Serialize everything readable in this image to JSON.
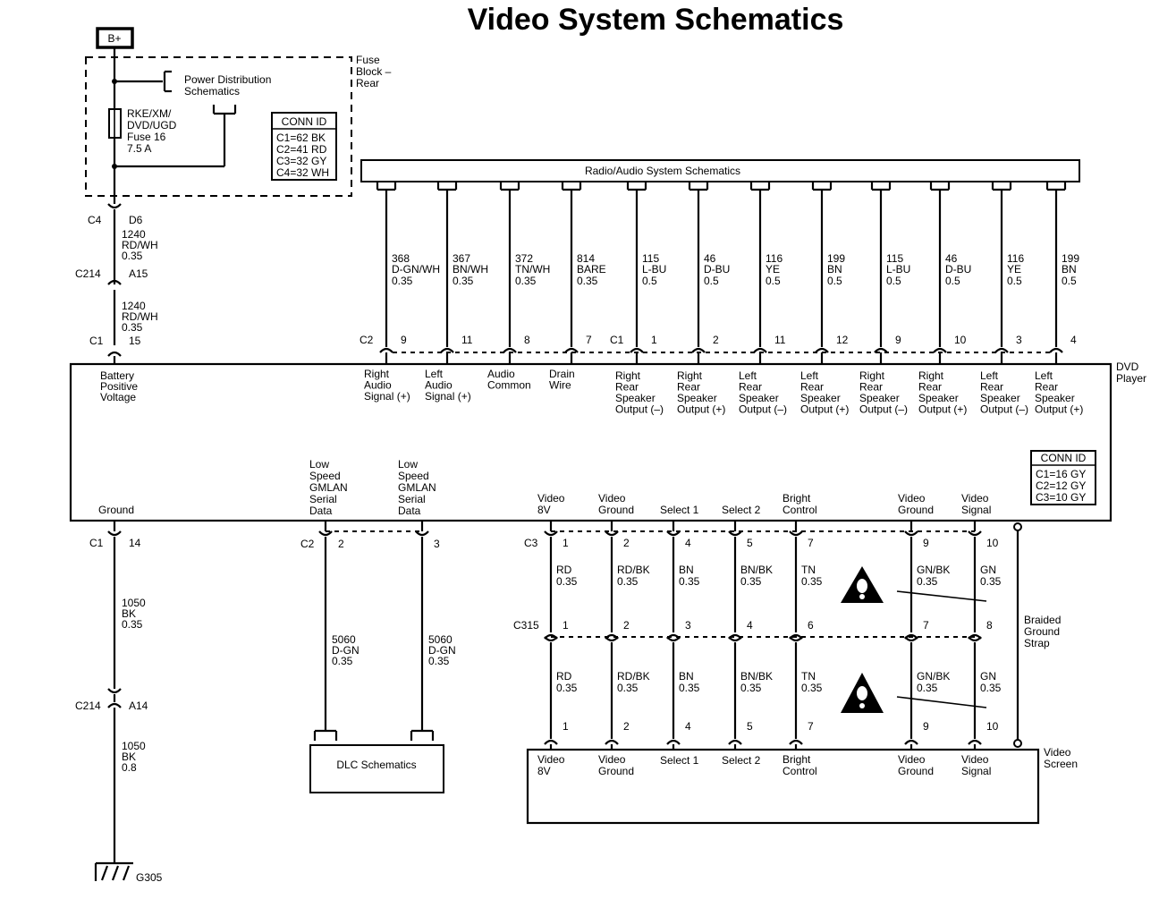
{
  "title": "Video System Schematics",
  "battery_label": "B+",
  "fuse_block": {
    "label": [
      "Fuse",
      "Block –",
      "Rear"
    ],
    "power_distribution": [
      "Power Distribution",
      "Schematics"
    ],
    "fuse": [
      "RKE/XM/",
      "DVD/UGD",
      "Fuse 16",
      "7.5 A"
    ],
    "conn_id_title": "CONN ID",
    "conn_id": [
      "C1=62 BK",
      "C2=41 RD",
      "C3=32 GY",
      "C4=32 WH"
    ]
  },
  "power_feed": {
    "c4": "C4",
    "d6": "D6",
    "wire1": [
      "1240",
      "RD/WH",
      "0.35"
    ],
    "c214": "C214",
    "a15": "A15",
    "wire2": [
      "1240",
      "RD/WH",
      "0.35"
    ],
    "c1": "C1",
    "pin15": "15"
  },
  "radio": {
    "label": "Radio/Audio System Schematics",
    "c2": "C2",
    "c1": "C1",
    "wires": [
      {
        "circuit": "368",
        "color": "D-GN/WH",
        "gauge": "0.35",
        "pin": "9",
        "func": [
          "Right",
          "Audio",
          "Signal (+)"
        ]
      },
      {
        "circuit": "367",
        "color": "BN/WH",
        "gauge": "0.35",
        "pin": "11",
        "func": [
          "Left",
          "Audio",
          "Signal (+)"
        ]
      },
      {
        "circuit": "372",
        "color": "TN/WH",
        "gauge": "0.35",
        "pin": "8",
        "func": [
          "Audio",
          "Common"
        ]
      },
      {
        "circuit": "814",
        "color": "BARE",
        "gauge": "0.35",
        "pin": "7",
        "func": [
          "Drain",
          "Wire"
        ]
      },
      {
        "circuit": "115",
        "color": "L-BU",
        "gauge": "0.5",
        "pin": "1",
        "func": [
          "Right",
          "Rear",
          "Speaker",
          "Output (–)"
        ]
      },
      {
        "circuit": "46",
        "color": "D-BU",
        "gauge": "0.5",
        "pin": "2",
        "func": [
          "Right",
          "Rear",
          "Speaker",
          "Output (+)"
        ]
      },
      {
        "circuit": "116",
        "color": "YE",
        "gauge": "0.5",
        "pin": "11",
        "func": [
          "Left",
          "Rear",
          "Speaker",
          "Output (–)"
        ]
      },
      {
        "circuit": "199",
        "color": "BN",
        "gauge": "0.5",
        "pin": "12",
        "func": [
          "Left",
          "Rear",
          "Speaker",
          "Output (+)"
        ]
      },
      {
        "circuit": "115",
        "color": "L-BU",
        "gauge": "0.5",
        "pin": "9",
        "func": [
          "Right",
          "Rear",
          "Speaker",
          "Output (–)"
        ]
      },
      {
        "circuit": "46",
        "color": "D-BU",
        "gauge": "0.5",
        "pin": "10",
        "func": [
          "Right",
          "Rear",
          "Speaker",
          "Output (+)"
        ]
      },
      {
        "circuit": "116",
        "color": "YE",
        "gauge": "0.5",
        "pin": "3",
        "func": [
          "Left",
          "Rear",
          "Speaker",
          "Output (–)"
        ]
      },
      {
        "circuit": "199",
        "color": "BN",
        "gauge": "0.5",
        "pin": "4",
        "func": [
          "Left",
          "Rear",
          "Speaker",
          "Output (+)"
        ]
      }
    ]
  },
  "dvd": {
    "label": [
      "DVD",
      "Player"
    ],
    "battery": [
      "Battery",
      "Positive",
      "Voltage"
    ],
    "ground": "Ground",
    "gmlan1": [
      "Low",
      "Speed",
      "GMLAN",
      "Serial",
      "Data"
    ],
    "gmlan2": [
      "Low",
      "Speed",
      "GMLAN",
      "Serial",
      "Data"
    ],
    "conn_id_title": "CONN ID",
    "conn_id": [
      "C1=16 GY",
      "C2=12 GY",
      "C3=10 GY"
    ]
  },
  "ground_path": {
    "c1": "C1",
    "pin14": "14",
    "wire1": [
      "1050",
      "BK",
      "0.35"
    ],
    "c214": "C214",
    "a14": "A14",
    "wire2": [
      "1050",
      "BK",
      "0.8"
    ],
    "g305": "G305"
  },
  "gmlan": {
    "c2": "C2",
    "pin2": "2",
    "pin3": "3",
    "wire1": [
      "5060",
      "D-GN",
      "0.35"
    ],
    "wire2": [
      "5060",
      "D-GN",
      "0.35"
    ],
    "dlc": "DLC Schematics"
  },
  "video": {
    "c3": "C3",
    "c315": "C315",
    "wires": [
      {
        "func": [
          "Video",
          "8V"
        ],
        "pin_dvd": "1",
        "color": "RD",
        "gauge": "0.35",
        "pin_c315": "1",
        "color2": "RD",
        "gauge2": "0.35",
        "pin_scr": "1"
      },
      {
        "func": [
          "Video",
          "Ground"
        ],
        "pin_dvd": "2",
        "color": "RD/BK",
        "gauge": "0.35",
        "pin_c315": "2",
        "color2": "RD/BK",
        "gauge2": "0.35",
        "pin_scr": "2"
      },
      {
        "func": [
          "Select 1"
        ],
        "pin_dvd": "4",
        "color": "BN",
        "gauge": "0.35",
        "pin_c315": "3",
        "color2": "BN",
        "gauge2": "0.35",
        "pin_scr": "4"
      },
      {
        "func": [
          "Select 2"
        ],
        "pin_dvd": "5",
        "color": "BN/BK",
        "gauge": "0.35",
        "pin_c315": "4",
        "color2": "BN/BK",
        "gauge2": "0.35",
        "pin_scr": "5"
      },
      {
        "func": [
          "Bright",
          "Control"
        ],
        "pin_dvd": "7",
        "color": "TN",
        "gauge": "0.35",
        "pin_c315": "6",
        "color2": "TN",
        "gauge2": "0.35",
        "pin_scr": "7"
      },
      {
        "func": [
          "Video",
          "Ground"
        ],
        "pin_dvd": "9",
        "color": "GN/BK",
        "gauge": "0.35",
        "pin_c315": "7",
        "color2": "GN/BK",
        "gauge2": "0.35",
        "pin_scr": "9"
      },
      {
        "func": [
          "Video",
          "Signal"
        ],
        "pin_dvd": "10",
        "color": "GN",
        "gauge": "0.35",
        "pin_c315": "8",
        "color2": "GN",
        "gauge2": "0.35",
        "pin_scr": "10"
      }
    ],
    "strap": [
      "Braided",
      "Ground",
      "Strap"
    ],
    "screen": [
      "Video",
      "Screen"
    ]
  }
}
